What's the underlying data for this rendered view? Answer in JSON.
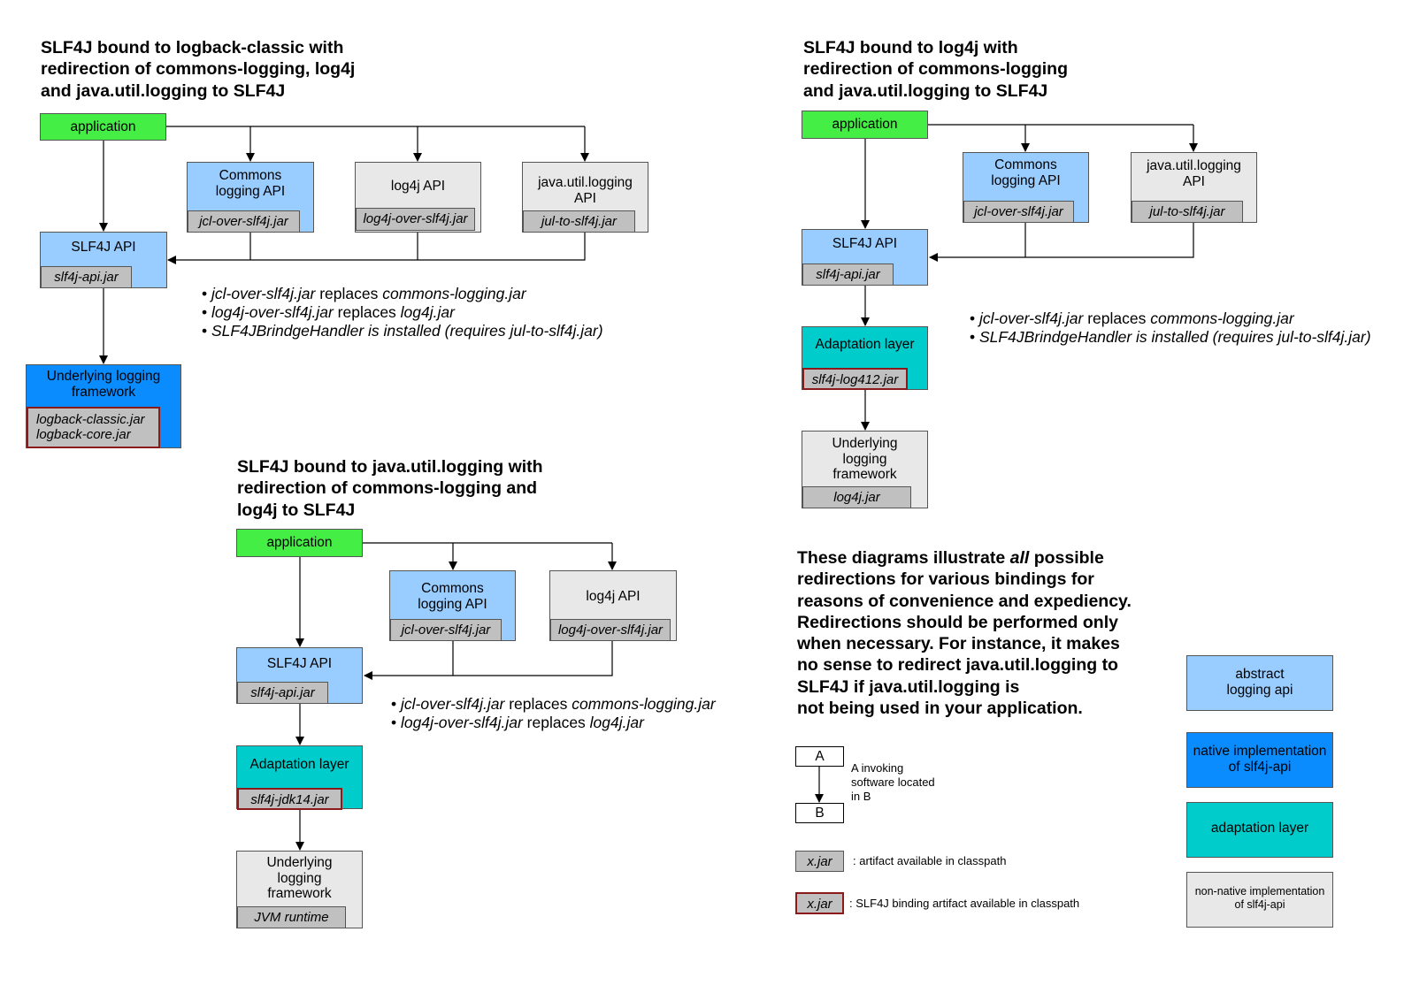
{
  "diagram1": {
    "title": [
      "SLF4J bound to logback-classic with",
      "redirection of commons-logging, log4j",
      "and java.util.logging to SLF4J"
    ],
    "application": "application",
    "commons_api": {
      "label": [
        "Commons",
        "logging API"
      ],
      "jar": "jcl-over-slf4j.jar"
    },
    "log4j_api": {
      "label": [
        "log4j API"
      ],
      "jar": "log4j-over-slf4j.jar"
    },
    "jul_api": {
      "label": [
        "java.util.logging",
        "API"
      ],
      "jar": "jul-to-slf4j.jar"
    },
    "slf4j_api": {
      "label": "SLF4J API",
      "jar": "slf4j-api.jar"
    },
    "underlying": {
      "label": [
        "Underlying logging",
        "framework"
      ],
      "jars": [
        "logback-classic.jar",
        "logback-core.jar"
      ]
    },
    "notes": [
      {
        "jar": "jcl-over-slf4j.jar",
        "verb": " replaces ",
        "target": "commons-logging.jar"
      },
      {
        "jar": "log4j-over-slf4j.jar",
        "verb": " replaces ",
        "target": "log4j.jar"
      },
      {
        "plain": "SLF4JBrindgeHandler is installed (requires jul-to-slf4j.jar)"
      }
    ]
  },
  "diagram2": {
    "title": [
      "SLF4J bound to log4j with",
      "redirection of commons-logging",
      "and java.util.logging to SLF4J"
    ],
    "application": "application",
    "commons_api": {
      "label": [
        "Commons",
        "logging API"
      ],
      "jar": "jcl-over-slf4j.jar"
    },
    "jul_api": {
      "label": [
        "java.util.logging",
        "API"
      ],
      "jar": "jul-to-slf4j.jar"
    },
    "slf4j_api": {
      "label": "SLF4J API",
      "jar": "slf4j-api.jar"
    },
    "adaptation": {
      "label": "Adaptation layer",
      "jar": "slf4j-log412.jar"
    },
    "underlying": {
      "label": [
        "Underlying",
        "logging",
        "framework"
      ],
      "jar": "log4j.jar"
    },
    "notes": [
      {
        "jar": "jcl-over-slf4j.jar",
        "verb": " replaces ",
        "target": "commons-logging.jar"
      },
      {
        "plain": "SLF4JBrindgeHandler is installed (requires jul-to-slf4j.jar)"
      }
    ]
  },
  "diagram3": {
    "title": [
      "SLF4J bound to java.util.logging with",
      "redirection of commons-logging and",
      "log4j to SLF4J"
    ],
    "application": "application",
    "commons_api": {
      "label": [
        "Commons",
        "logging API"
      ],
      "jar": "jcl-over-slf4j.jar"
    },
    "log4j_api": {
      "label": [
        "log4j API"
      ],
      "jar": "log4j-over-slf4j.jar"
    },
    "slf4j_api": {
      "label": "SLF4J API",
      "jar": "slf4j-api.jar"
    },
    "adaptation": {
      "label": "Adaptation layer",
      "jar": "slf4j-jdk14.jar"
    },
    "underlying": {
      "label": [
        "Underlying",
        "logging",
        "framework"
      ],
      "jar": "JVM runtime"
    },
    "notes": [
      {
        "jar": "jcl-over-slf4j.jar",
        "verb": " replaces ",
        "target": "commons-logging.jar"
      },
      {
        "jar": "log4j-over-slf4j.jar",
        "verb": " replaces ",
        "target": "log4j.jar"
      }
    ]
  },
  "explanation": {
    "line1_pre": "These diagrams illustrate ",
    "line1_em": "all",
    "line1_post": " possible",
    "lines": [
      "redirections for various bindings for",
      "reasons of convenience and expediency.",
      "Redirections should be performed only",
      "when necessary. For instance, it makes",
      "no sense to redirect java.util.logging to",
      "SLF4J if java.util.logging is",
      "not being used in your application."
    ]
  },
  "legend": {
    "a": "A",
    "b": "B",
    "invoking": [
      "A invoking",
      "software located",
      "in B"
    ],
    "jar": "x.jar",
    "artifact": ": artifact available in classpath",
    "binding": ": SLF4J binding artifact available in classpath",
    "colors": [
      {
        "label": [
          "abstract",
          "logging api"
        ],
        "color": "#99ccff"
      },
      {
        "label": [
          "native implementation",
          "of slf4j-api"
        ],
        "color": "#0a8cff"
      },
      {
        "label": [
          "adaptation layer"
        ],
        "color": "#00cccc"
      },
      {
        "label": [
          "non-native implementation",
          "of slf4j-api"
        ],
        "color": "#e8e8e8"
      }
    ]
  }
}
